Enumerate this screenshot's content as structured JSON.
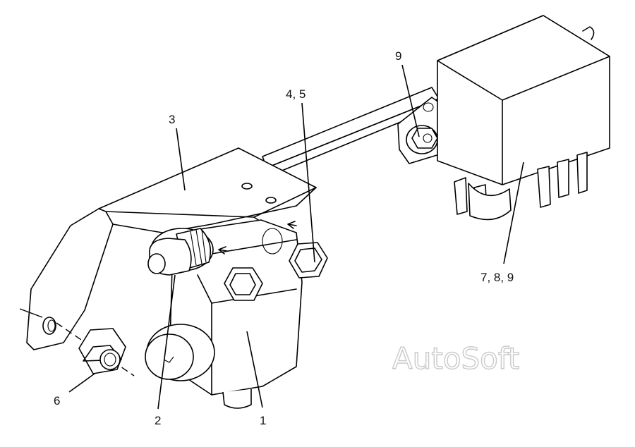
{
  "watermark": "AutoSoft",
  "callouts": {
    "c1": "1",
    "c2": "2",
    "c3": "3",
    "c45": "4, 5",
    "c6": "6",
    "c789": "7, 8, 9",
    "c9": "9"
  }
}
